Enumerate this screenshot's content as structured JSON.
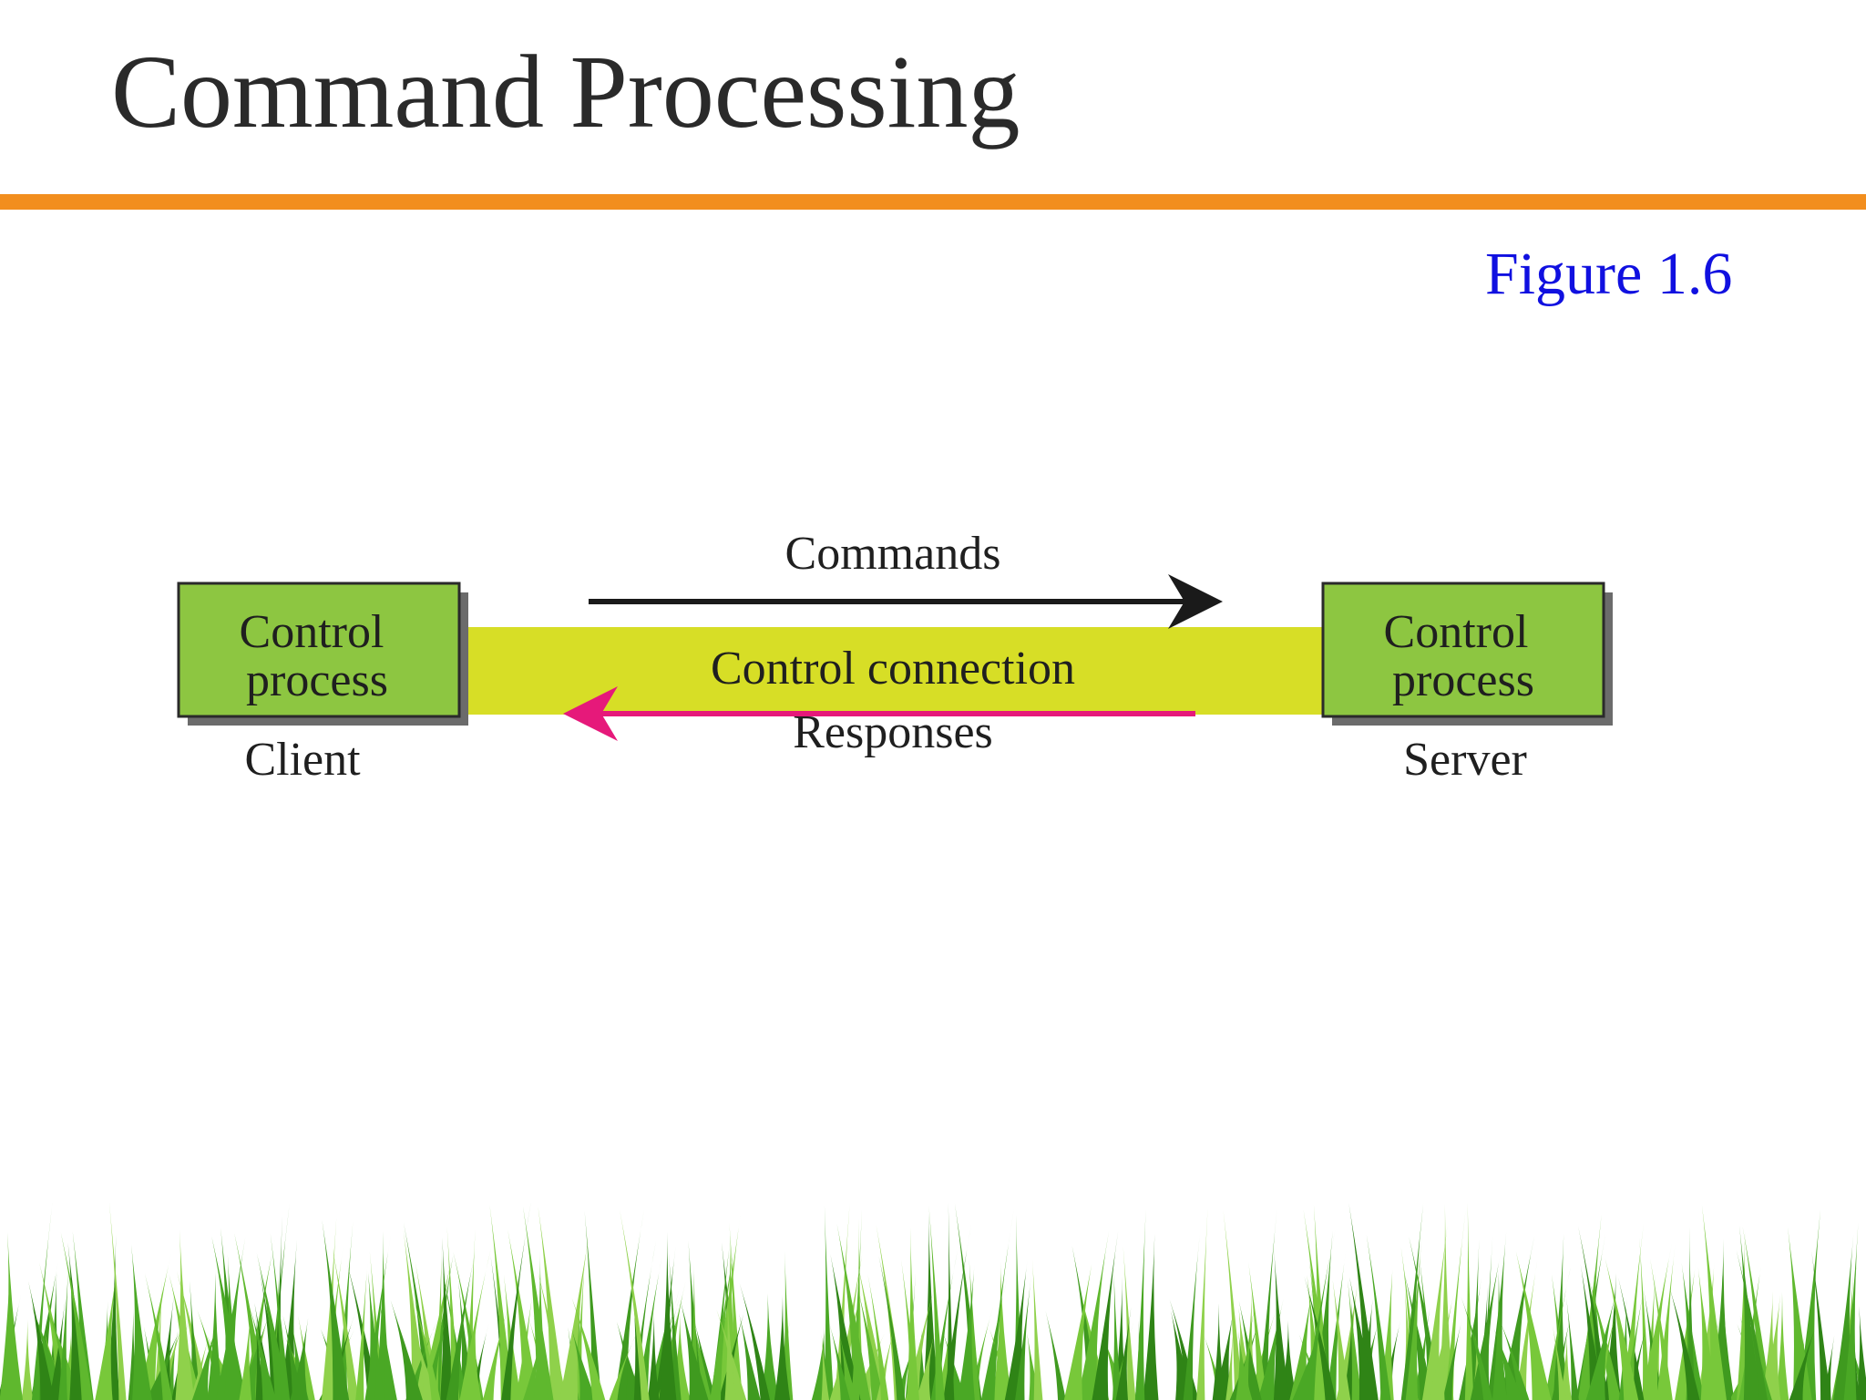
{
  "slide": {
    "title": "Command Processing",
    "figure_label": "Figure 1.6"
  },
  "diagram": {
    "client": {
      "box_label_line1": "Control",
      "box_label_line2": "process",
      "caption": "Client"
    },
    "server": {
      "box_label_line1": "Control",
      "box_label_line2": "process",
      "caption": "Server"
    },
    "connection_label": "Control connection",
    "commands_label": "Commands",
    "responses_label": "Responses"
  },
  "colors": {
    "accent_rule": "#F28E1E",
    "figure_label": "#1010E0",
    "process_box": "#8DC641",
    "connection_band": "#D7DE26",
    "commands_arrow": "#1a1a1a",
    "responses_arrow": "#E6197A",
    "grass": "#5FB82E"
  }
}
